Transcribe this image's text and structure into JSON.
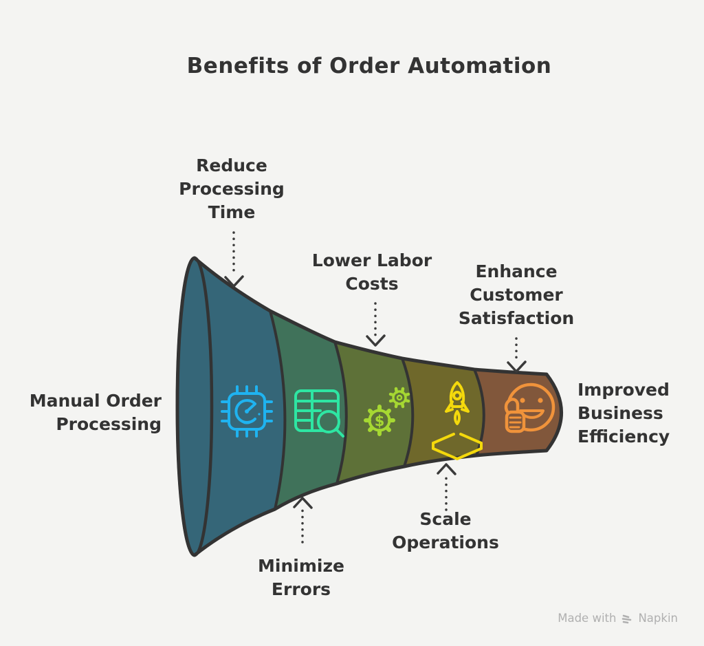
{
  "title": "Benefits of Order Automation",
  "colors": {
    "background": "#f4f4f2",
    "outline": "#333333",
    "text": "#333333",
    "arrow": "#3a3a3a",
    "watermark": "#b0b0b0"
  },
  "funnel": {
    "type": "horizontal-funnel",
    "start_label": {
      "text": "Manual Order Processing",
      "lines": [
        "Manual Order",
        "Processing"
      ]
    },
    "end_label": {
      "text": "Improved Business Efficiency",
      "lines": [
        "Improved",
        "Business",
        "Efficiency"
      ]
    },
    "segments": [
      {
        "label": "Reduce Processing Time",
        "label_lines": [
          "Reduce",
          "Processing",
          "Time"
        ],
        "callout_side": "top",
        "color": "#356678",
        "icon": "chip-gauge-icon",
        "icon_color": "#1fb3f0"
      },
      {
        "label": "Minimize Errors",
        "label_lines": [
          "Minimize",
          "Errors"
        ],
        "callout_side": "bottom",
        "color": "#40725a",
        "icon": "table-search-icon",
        "icon_color": "#2ee6a3"
      },
      {
        "label": "Lower Labor Costs",
        "label_lines": [
          "Lower Labor",
          "Costs"
        ],
        "callout_side": "top",
        "color": "#5e7138",
        "icon": "gears-dollar-icon",
        "icon_color": "#a6d832",
        "icon_text": "$"
      },
      {
        "label": "Scale Operations",
        "label_lines": [
          "Scale",
          "Operations"
        ],
        "callout_side": "bottom",
        "color": "#6f682b",
        "icon": "rocket-launch-icon",
        "icon_color": "#f4d90c"
      },
      {
        "label": "Enhance Customer Satisfaction",
        "label_lines": [
          "Enhance",
          "Customer",
          "Satisfaction"
        ],
        "callout_side": "top",
        "color": "#81573b",
        "icon": "smiley-thumbs-up-icon",
        "icon_color": "#f0933b"
      }
    ]
  },
  "watermark": {
    "prefix": "Made with",
    "brand": "Napkin"
  }
}
